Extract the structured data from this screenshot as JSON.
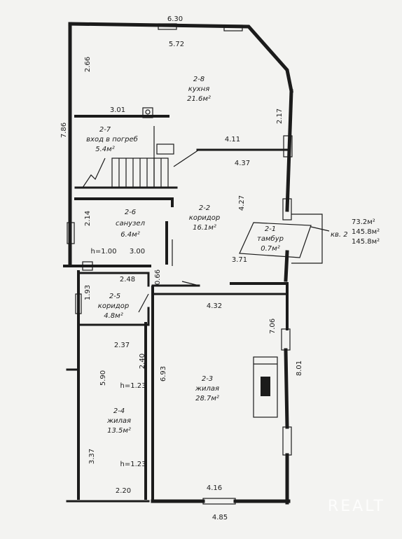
{
  "rooms": [
    {
      "id": "2-8",
      "name": "кухня",
      "area": "21.6м²"
    },
    {
      "id": "2-7",
      "name": "вход в погреб",
      "area": "5.4м²"
    },
    {
      "id": "2-6",
      "name": "санузел",
      "area": "6.4м²"
    },
    {
      "id": "2-2",
      "name": "коридор",
      "area": "16.1м²"
    },
    {
      "id": "2-1",
      "name": "тамбур",
      "area": "0.7м²"
    },
    {
      "id": "2-5",
      "name": "коридор",
      "area": "4.8м²"
    },
    {
      "id": "2-3",
      "name": "жилая",
      "area": "28.7м²"
    },
    {
      "id": "2-4",
      "name": "жилая",
      "area": "13.5м²"
    }
  ],
  "dims": {
    "top_outer": "6.30",
    "top_inner": "5.72",
    "kitchen_left": "2.66",
    "kitchen_right": "2.17",
    "left_total": "7.86",
    "cellar_wall": "3.01",
    "mid_wall": "4.11",
    "corridor_width": "4.37",
    "corridor_height": "4.27",
    "bath_height": "2.14",
    "bath_width": "3.00",
    "h_bath": "h=1.00",
    "corridor_lower": "3.71",
    "cor5_width": "2.48",
    "cor5_height": "1.93",
    "door_066": "0.66",
    "living_width_top": "4.32",
    "living_right": "7.06",
    "outer_right": "8.01",
    "room4_width": "2.37",
    "room4_wall": "2.40",
    "room4_height": "5.90",
    "living_height": "6.93",
    "h_upper": "h=1.23",
    "h_lower": "h=1.23",
    "room4_lower": "3.37",
    "bottom_left": "2.20",
    "bottom_inner": "4.16",
    "bottom_outer": "4.85"
  },
  "apartment": {
    "label": "кв. 2",
    "areas": [
      "73.2м²",
      "145.8м²",
      "145.8м²"
    ]
  },
  "watermark": "REALT"
}
